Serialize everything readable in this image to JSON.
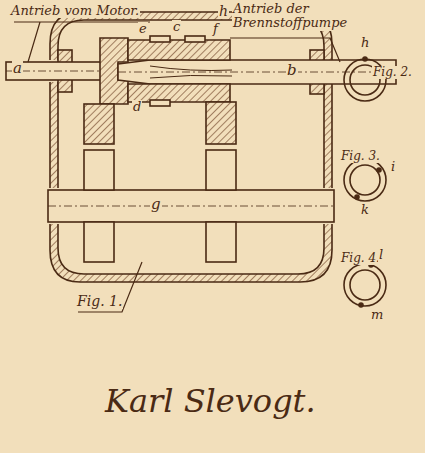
{
  "diagram": {
    "labels": [
      "Antrieb vom Motor.",
      "Antrieb der Brennstoffpumpe",
      "a",
      "b",
      "e",
      "c",
      "f",
      "h",
      "d",
      "g",
      "Fig. 1.",
      "h",
      "Fig. 2.",
      "Fig. 3.",
      "i",
      "k",
      "Fig. 4.",
      "l",
      "m",
      "Karl Slevogt."
    ]
  }
}
